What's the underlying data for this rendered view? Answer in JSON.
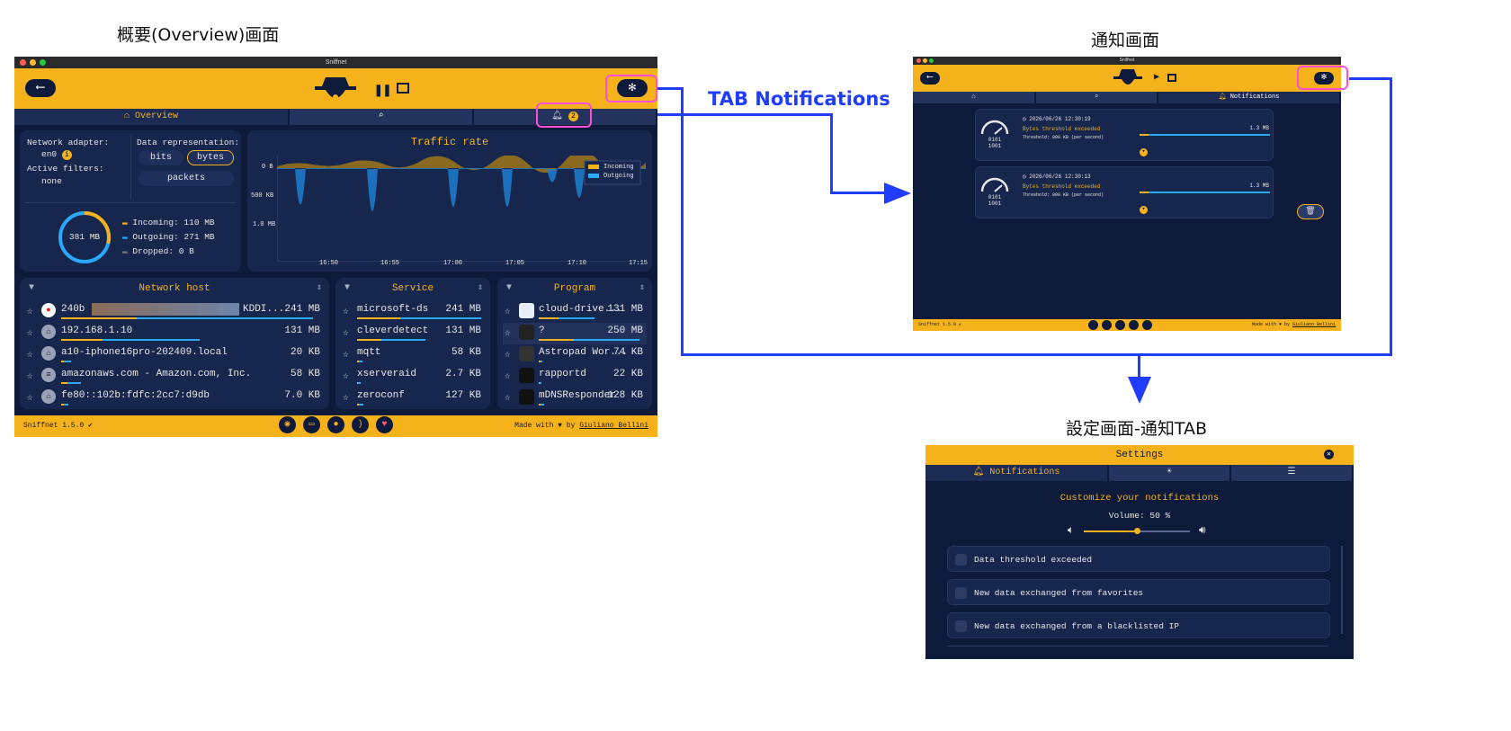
{
  "labels": {
    "overview_caption": "概要(Overview)画面",
    "notifications_caption": "通知画面",
    "settings_caption": "設定画面-通知TAB",
    "tab_notifications_arrow": "TAB Notifications"
  },
  "app": {
    "window_title": "Sniffnet",
    "version": "Sniffnet 1.5.0 ✔",
    "made_with": "Made with ♥ by",
    "author": "Giuliano Bellini"
  },
  "overview": {
    "tabs": {
      "overview": "Overview",
      "inspect_icon": "search-icon",
      "notif_badge": "2"
    },
    "adapter": {
      "label": "Network adapter:",
      "value": "en0",
      "filters_label": "Active filters:",
      "filters_value": "none"
    },
    "data_repr": {
      "label": "Data representation:",
      "bits": "bits",
      "bytes": "bytes",
      "packets": "packets"
    },
    "donut": {
      "total": "381 MB",
      "incoming": "Incoming: 110 MB",
      "outgoing": "Outgoing: 271 MB",
      "dropped": "Dropped: 0 B",
      "incoming_fraction": 0.29
    },
    "traffic": {
      "title": "Traffic rate",
      "y_ticks": [
        "0 B",
        "500 KB",
        "1.0 MB"
      ],
      "x_ticks": [
        "16:50",
        "16:55",
        "17:00",
        "17:05",
        "17:10",
        "17:15"
      ],
      "legend": [
        "Incoming",
        "Outgoing"
      ]
    },
    "hosts": {
      "title": "Network host",
      "rows": [
        {
          "name": "240b",
          "extra": "KDDI...",
          "size": "241 MB",
          "flag": "jp"
        },
        {
          "name": "192.168.1.10",
          "extra": "",
          "size": "131 MB",
          "flag": "home"
        },
        {
          "name": "a10-iphone16pro-202409.local",
          "extra": "",
          "size": "20 KB",
          "flag": "home"
        },
        {
          "name": "amazonaws.com - Amazon.com, Inc.",
          "extra": "",
          "size": "58 KB",
          "flag": "us"
        },
        {
          "name": "fe80::102b:fdfc:2cc7:d9db",
          "extra": "",
          "size": "7.0 KB",
          "flag": "home"
        }
      ]
    },
    "services": {
      "title": "Service",
      "rows": [
        {
          "name": "microsoft-ds",
          "size": "241 MB"
        },
        {
          "name": "cleverdetect",
          "size": "131 MB"
        },
        {
          "name": "mqtt",
          "size": "58 KB"
        },
        {
          "name": "xserveraid",
          "size": "2.7 KB"
        },
        {
          "name": "zeroconf",
          "size": "127 KB"
        }
      ]
    },
    "programs": {
      "title": "Program",
      "rows": [
        {
          "name": "cloud-drive...",
          "size": "131 MB"
        },
        {
          "name": "?",
          "size": "250 MB"
        },
        {
          "name": "Astropad Wor...",
          "size": "74 KB"
        },
        {
          "name": "rapportd",
          "size": "22 KB"
        },
        {
          "name": "mDNSResponder",
          "size": "128 KB"
        }
      ]
    }
  },
  "notifications_screen": {
    "tab_label": "Notifications",
    "items": [
      {
        "time": "2026/06/26 12:30:19",
        "title": "Bytes threshold exceeded",
        "threshold": "Threshold: 800 KB (per second)",
        "value": "1.3 MB"
      },
      {
        "time": "2026/06/26 12:30:13",
        "title": "Bytes threshold exceeded",
        "threshold": "Threshold: 800 KB (per second)",
        "value": "1.3 MB"
      }
    ],
    "icon_text": "0101\n1001"
  },
  "settings": {
    "title": "Settings",
    "tab_notifications": "Notifications",
    "heading": "Customize your notifications",
    "volume": "Volume: 50 %",
    "volume_fraction": 0.5,
    "options": [
      "Data threshold exceeded",
      "New data exchanged from favorites",
      "New data exchanged from a blacklisted IP"
    ]
  }
}
